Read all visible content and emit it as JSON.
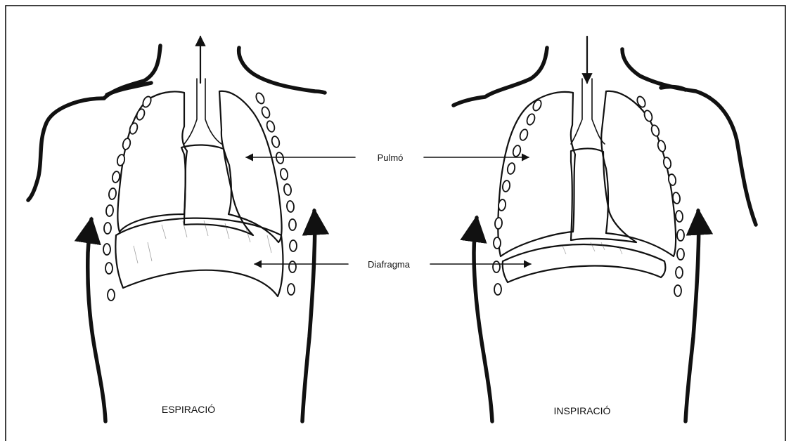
{
  "labels": {
    "lung": "Pulmó",
    "diaphragm": "Diafragma",
    "left_caption": "ESPIRACIÓ",
    "right_caption": "INSPIRACIÓ"
  },
  "colors": {
    "ink": "#111111",
    "frame": "#000000",
    "background": "#ffffff"
  },
  "panels": [
    {
      "caption": "ESPIRACIÓ",
      "airflow": "up"
    },
    {
      "caption": "INSPIRACIÓ",
      "airflow": "down"
    }
  ]
}
